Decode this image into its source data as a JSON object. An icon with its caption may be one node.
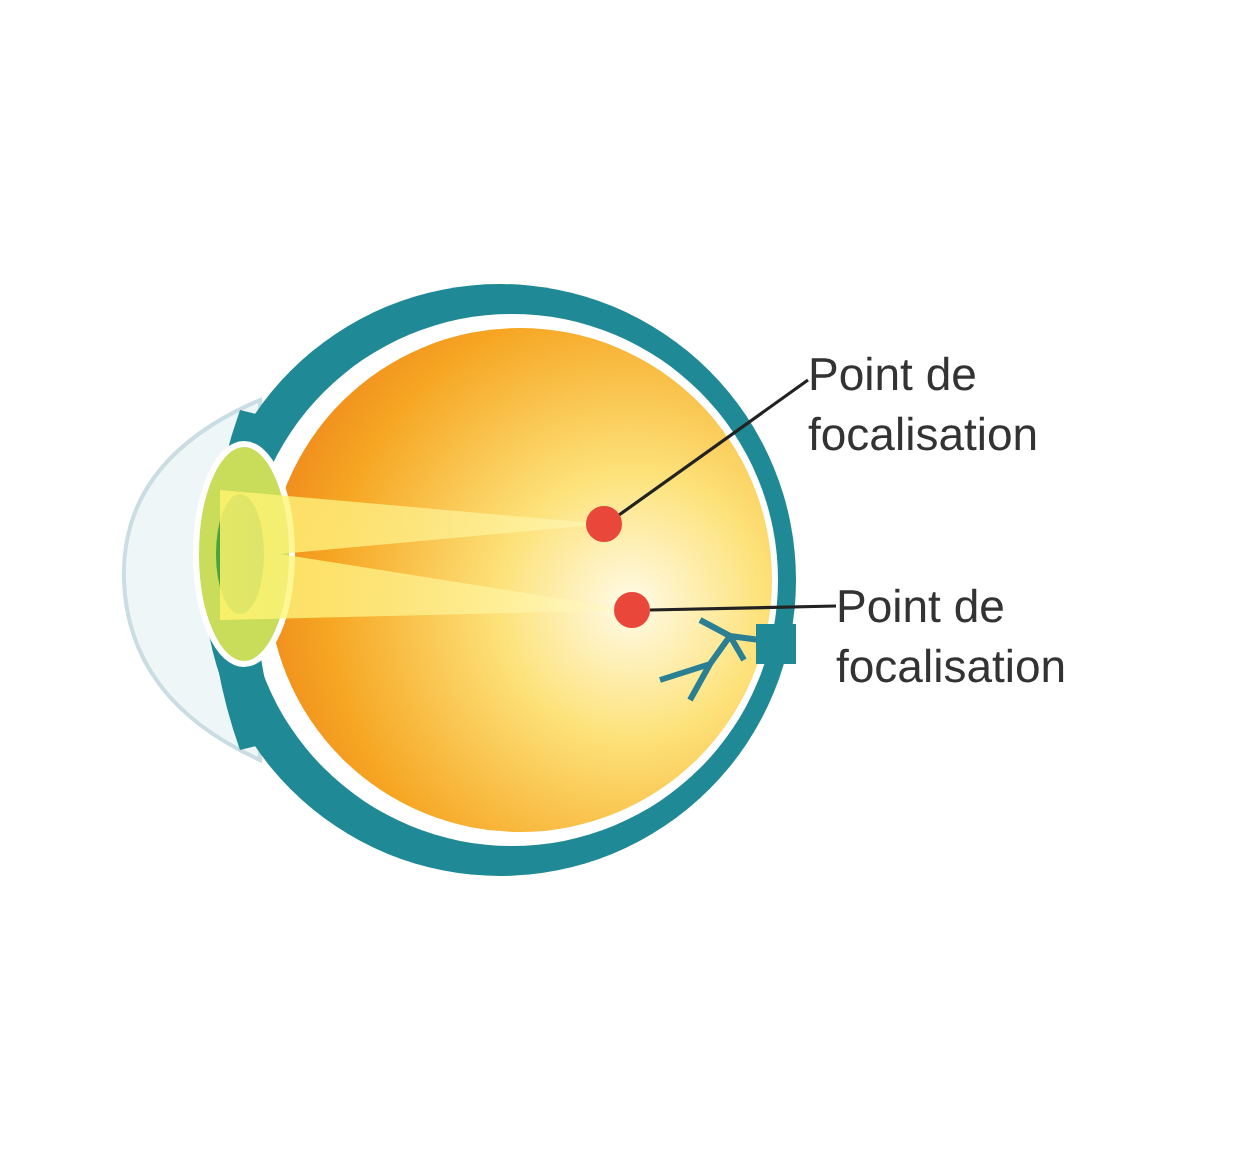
{
  "diagram": {
    "nodes": [
      {
        "text": [
          "Point de focalisation"
        ]
      },
      {
        "text": [],
        "shape": "circle"
      },
      {
        "text": [
          "Point de focalisation"
        ]
      },
      {
        "text": [],
        "shape": "circle"
      }
    ],
    "edges": [
      {
        "from": 0,
        "to": 1,
        "arrow": "none"
      },
      {
        "from": 2,
        "to": 3,
        "arrow": "none"
      }
    ]
  }
}
